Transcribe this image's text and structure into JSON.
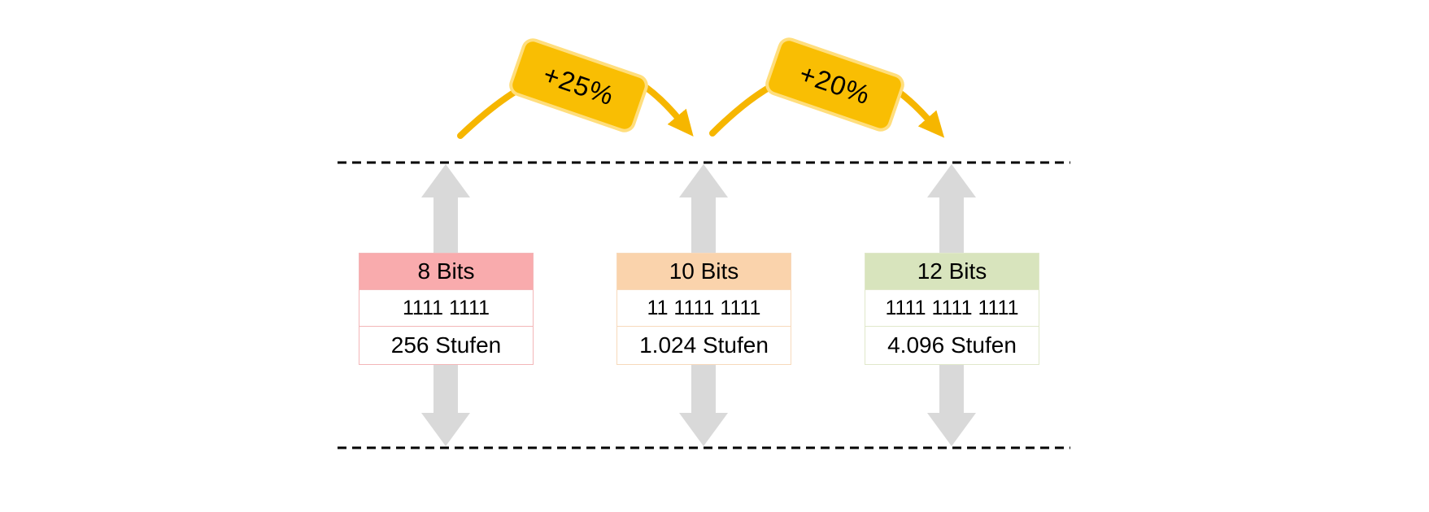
{
  "diagram": {
    "badges": [
      {
        "label": "+25%"
      },
      {
        "label": "+20%"
      }
    ],
    "columns": [
      {
        "title": "8 Bits",
        "binary": "1111 1111",
        "levels": "256 Stufen",
        "header_bg": "#F9ABAD",
        "border": "#F3B6B8"
      },
      {
        "title": "10 Bits",
        "binary": "11 1111 1111",
        "levels": "1.024 Stufen",
        "header_bg": "#FAD3AC",
        "border": "#F7D9BB"
      },
      {
        "title": "12 Bits",
        "binary": "1111 1111 1111",
        "levels": "4.096 Stufen",
        "header_bg": "#D8E4BD",
        "border": "#E0E8CA"
      }
    ],
    "colors": {
      "badge_fill": "#F9BE03",
      "badge_border": "#FFDE7D",
      "arrow_yellow": "#F6B600",
      "arrow_gray": "#D9D9D9",
      "dash_line": "#000000",
      "text": "#000000"
    }
  }
}
